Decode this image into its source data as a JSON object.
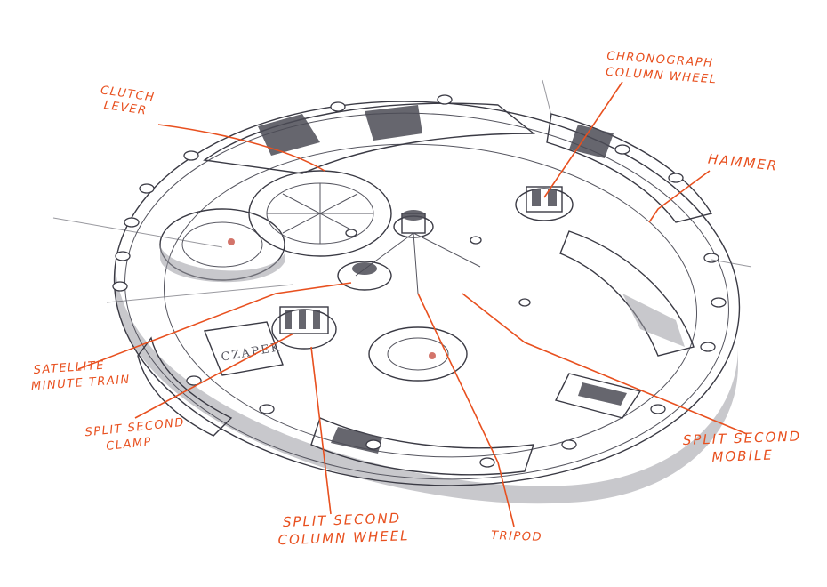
{
  "colors": {
    "accent": "#e8501f",
    "ink": "#3a3a44",
    "background": "#ffffff"
  },
  "movement": {
    "brand": "CZAPEK"
  },
  "labels": {
    "clutch_lever": [
      "CLUTCH",
      "LEVER"
    ],
    "chronograph_column_wheel": [
      "CHRONOGRAPH",
      "COLUMN WHEEL"
    ],
    "hammer": [
      "HAMMER"
    ],
    "satellite_minute_train": [
      "SATELLITE",
      "MINUTE TRAIN"
    ],
    "split_second_clamp": [
      "SPLIT SECOND",
      "CLAMP"
    ],
    "split_second_mobile": [
      "SPLIT SECOND",
      "MOBILE"
    ],
    "split_second_column_wheel": [
      "SPLIT SECOND",
      "COLUMN WHEEL"
    ],
    "tripod": [
      "TRIPOD"
    ]
  }
}
